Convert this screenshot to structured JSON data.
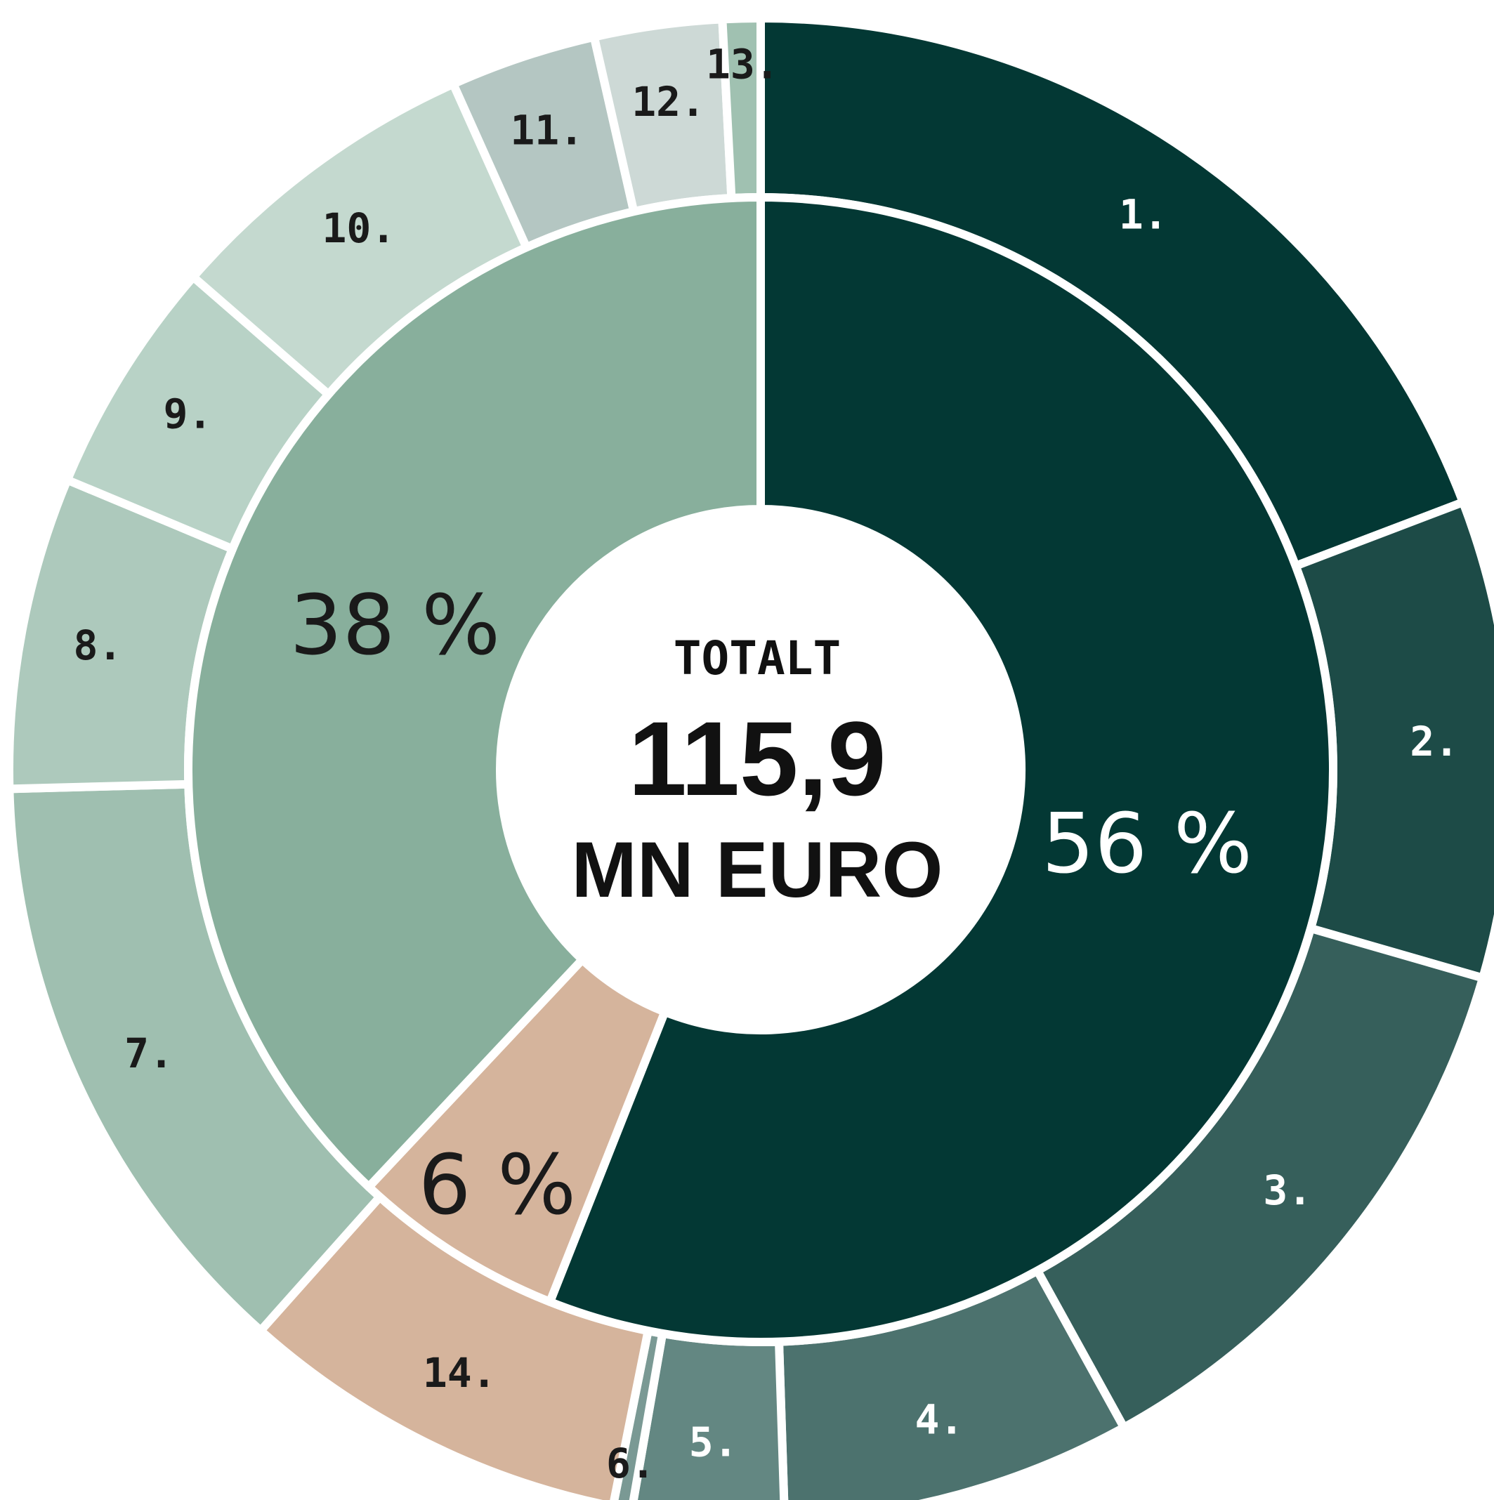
{
  "chart_data": {
    "type": "donut",
    "center": {
      "title": "TOTALT",
      "value": "115,9",
      "unit": "MN EURO"
    },
    "inner": [
      {
        "label": "56 %",
        "value": 56,
        "color": "#033834",
        "text_color": "#ffffff"
      },
      {
        "label": "6 %",
        "value": 6,
        "color": "#d5b49c",
        "text_color": "#1a1a1a"
      },
      {
        "label": "38 %",
        "value": 38,
        "color": "#88af9c",
        "text_color": "#1a1a1a"
      }
    ],
    "outer": [
      {
        "label": "1.",
        "value": 18.9,
        "color": "#033834",
        "text_color": "#ffffff"
      },
      {
        "label": "2.",
        "value": 10.1,
        "color": "#1d4b47",
        "text_color": "#ffffff"
      },
      {
        "label": "3.",
        "value": 12.3,
        "color": "#365f5b",
        "text_color": "#ffffff"
      },
      {
        "label": "4.",
        "value": 7.4,
        "color": "#4c726e",
        "text_color": "#ffffff"
      },
      {
        "label": "5.",
        "value": 3.2,
        "color": "#638782",
        "text_color": "#ffffff"
      },
      {
        "label": "6.",
        "value": 0.4,
        "color": "#7a9994",
        "text_color": "#1a1a1a"
      },
      {
        "label": "14.",
        "value": 8.3,
        "color": "#d5b49c",
        "text_color": "#1a1a1a"
      },
      {
        "label": "7.",
        "value": 12.8,
        "color": "#9fbfb0",
        "text_color": "#1a1a1a"
      },
      {
        "label": "8.",
        "value": 6.6,
        "color": "#adc9bc",
        "text_color": "#1a1a1a"
      },
      {
        "label": "9.",
        "value": 5.0,
        "color": "#b8d2c6",
        "text_color": "#1a1a1a"
      },
      {
        "label": "10.",
        "value": 6.8,
        "color": "#c4d9cf",
        "text_color": "#1a1a1a"
      },
      {
        "label": "11.",
        "value": 3.1,
        "color": "#b4c6c2",
        "text_color": "#1a1a1a"
      },
      {
        "label": "12.",
        "value": 2.7,
        "color": "#cdd9d6",
        "text_color": "#1a1a1a"
      },
      {
        "label": "13.",
        "value": 0.8,
        "color": "#a0c1b1",
        "text_color": "#1a1a1a"
      }
    ]
  }
}
